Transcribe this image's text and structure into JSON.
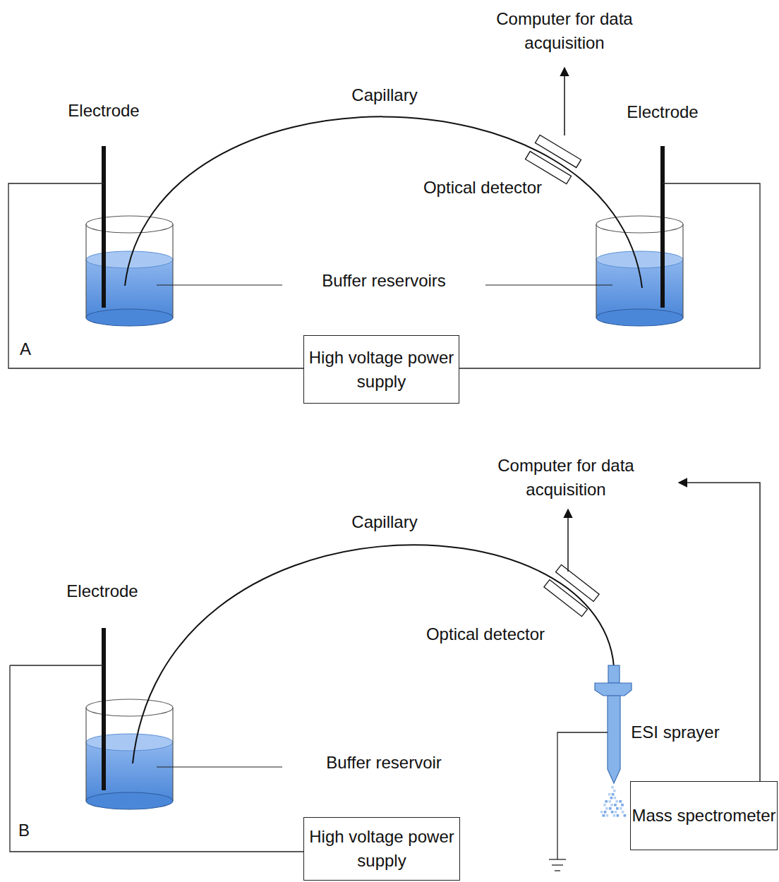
{
  "diagram": {
    "nodes": [
      {
        "text": [
          "High voltage power supply"
        ]
      },
      {
        "text": [
          "High voltage power supply"
        ]
      },
      {
        "text": [
          "Mass spectrometer"
        ]
      }
    ],
    "labels": [
      "A",
      "Electrode",
      "Capillary",
      "Computer for data acquisition",
      "Electrode",
      "Optical detector",
      "Buffer reservoirs",
      "B",
      "Computer for data acquisition",
      "Capillary",
      "Electrode",
      "Optical detector",
      "ESI sprayer",
      "Buffer reservoir"
    ]
  }
}
